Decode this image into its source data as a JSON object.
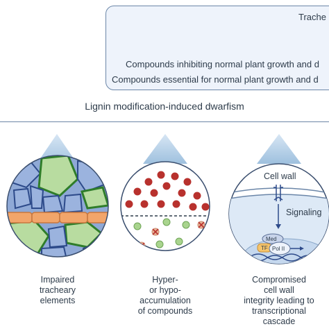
{
  "top_box": {
    "line1": "Trache",
    "line2": "Compounds inhibiting normal plant growth and d",
    "line3": "Compounds essential for normal plant growth and d"
  },
  "section_title": "Lignin modification-induced dwarfism",
  "panels": [
    {
      "caption": [
        "Impaired",
        "tracheary",
        "elements"
      ]
    },
    {
      "caption": [
        "Hyper-",
        "or hypo-",
        "accumulation",
        "of compounds"
      ]
    },
    {
      "caption": [
        "Compromised",
        "cell wall",
        "integrity leading to",
        "transcriptional",
        "cascade"
      ],
      "labels": {
        "cell_wall": "Cell wall",
        "signaling": "Signaling",
        "med": "Med",
        "tf": "TF",
        "pol2": "Pol II"
      }
    }
  ],
  "colors": {
    "border": "#6b86a8",
    "box_fill": "#eef3fb",
    "vessel": "#f2a56a",
    "cells": "#8fa9d6",
    "green": "#b8dca0",
    "red_dot": "#b8312d"
  }
}
